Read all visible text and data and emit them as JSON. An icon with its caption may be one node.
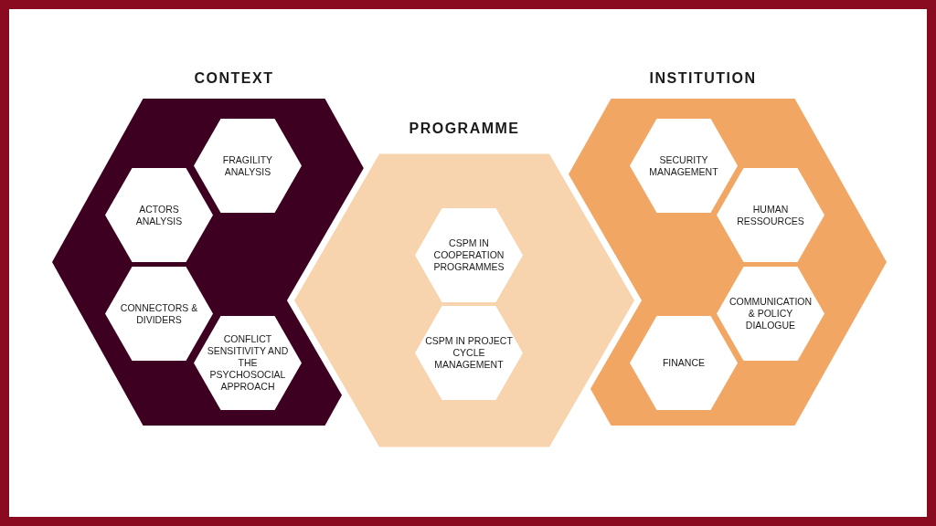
{
  "diagram": {
    "nodes": [
      {
        "text": [
          "CONTEXT"
        ]
      },
      {
        "text": [
          "FRAGILITY ANALYSIS"
        ],
        "in": 0
      },
      {
        "text": [
          "ACTORS ANALYSIS"
        ],
        "in": 0
      },
      {
        "text": [
          "CONNECTORS & DIVIDERS"
        ],
        "in": 0
      },
      {
        "text": [
          "CONFLICT SENSITIVITY AND THE PSYCHOSOCIAL APPROACH"
        ],
        "in": 0
      },
      {
        "text": [
          "PROGRAMME"
        ]
      },
      {
        "text": [
          "CSPM IN COOPERATION PROGRAMMES"
        ],
        "in": 5
      },
      {
        "text": [
          "CSPM IN PROJECT CYCLE MANAGEMENT"
        ],
        "in": 5
      },
      {
        "text": [
          "INSTITUTION"
        ]
      },
      {
        "text": [
          "SECURITY MANAGEMENT"
        ],
        "in": 8
      },
      {
        "text": [
          "HUMAN RESSOURCES"
        ],
        "in": 8
      },
      {
        "text": [
          "COMMUNICATION & POLICY DIALOGUE"
        ],
        "in": 8
      },
      {
        "text": [
          "FINANCE"
        ],
        "in": 8
      }
    ],
    "edges": []
  }
}
